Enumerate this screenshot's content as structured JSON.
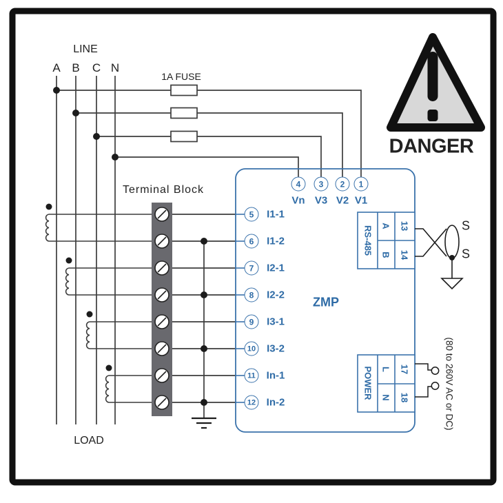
{
  "labels": {
    "line": "LINE",
    "load": "LOAD",
    "fuse": "1A FUSE",
    "terminal_block": "Terminal Block",
    "power_note": "(80 to 260V AC or DC)"
  },
  "phases": [
    "A",
    "B",
    "C",
    "N"
  ],
  "zmp": {
    "name": "ZMP",
    "top_terminals": [
      {
        "num": "4",
        "label": "Vn"
      },
      {
        "num": "3",
        "label": "V3"
      },
      {
        "num": "2",
        "label": "V2"
      },
      {
        "num": "1",
        "label": "V1"
      }
    ],
    "left_terminals": [
      {
        "num": "5",
        "label": "I1-1"
      },
      {
        "num": "6",
        "label": "I1-2"
      },
      {
        "num": "7",
        "label": "I2-1"
      },
      {
        "num": "8",
        "label": "I2-2"
      },
      {
        "num": "9",
        "label": "I3-1"
      },
      {
        "num": "10",
        "label": "I3-2"
      },
      {
        "num": "11",
        "label": "In-1"
      },
      {
        "num": "12",
        "label": "In-2"
      }
    ],
    "rs485": {
      "title": "RS-485",
      "pins": [
        {
          "name": "A",
          "num": "13"
        },
        {
          "name": "B",
          "num": "14"
        }
      ]
    },
    "power": {
      "title": "POWER",
      "pins": [
        {
          "name": "L",
          "num": "17"
        },
        {
          "name": "N",
          "num": "18"
        }
      ]
    }
  },
  "shield": {
    "top": "S",
    "bottom": "S"
  },
  "danger": {
    "label": "DANGER"
  },
  "colors": {
    "wire": "#3c3c3c",
    "blue_text": "#2e6ba6",
    "blue_stroke": "#3a72ab",
    "terminal_gray": "#69696e",
    "triangle_fill": "#d8d8d8"
  }
}
